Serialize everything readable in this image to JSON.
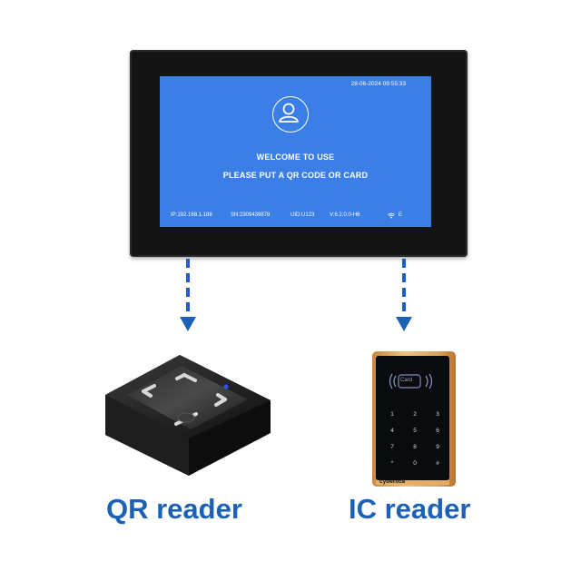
{
  "screen": {
    "datetime": "28-06-2024  09:55:33",
    "welcome": "WELCOME TO USE",
    "instruction": "PLEASE PUT A QR CODE OR CARD",
    "status": {
      "ip": "IP:192.168.1.188",
      "sn": "SN:2309439878",
      "uid": "UID:U123",
      "version": "V:6.2.0.0-H6",
      "network": "E"
    }
  },
  "captions": {
    "qr_reader": "QR reader",
    "ic_reader": "IC reader"
  },
  "ic_device": {
    "card_label": "Card",
    "brand": "cyberoce",
    "keys": [
      "1",
      "2",
      "3",
      "4",
      "5",
      "6",
      "7",
      "8",
      "9",
      "*",
      "0",
      "#"
    ]
  },
  "colors": {
    "screen_bg": "#3b7ee6",
    "accent": "#1b62b6",
    "frame": "#141414"
  }
}
